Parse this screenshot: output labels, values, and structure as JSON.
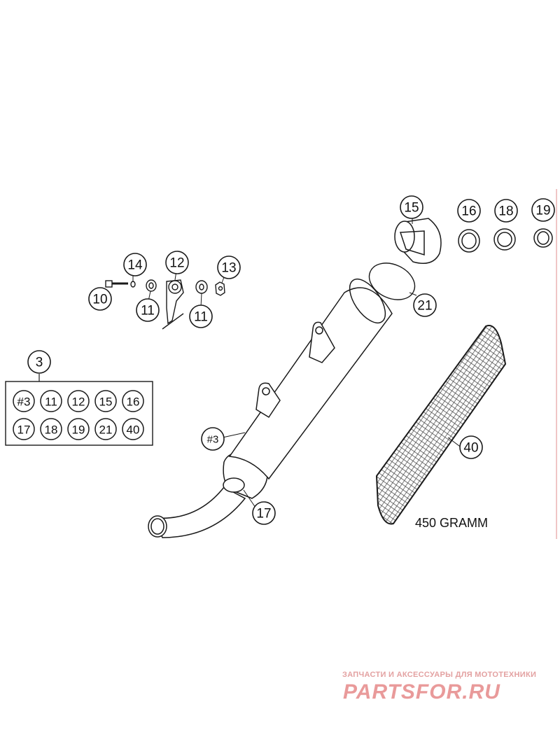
{
  "callouts": {
    "c3": "3",
    "c10": "10",
    "c11a": "11",
    "c11b": "11",
    "c12": "12",
    "c13": "13",
    "c14": "14",
    "c15": "15",
    "c16": "16",
    "c17": "17",
    "c18": "18",
    "c19": "19",
    "c21": "21",
    "c40": "40",
    "c3hash": "#3"
  },
  "kit_contents": [
    "#3",
    "11",
    "12",
    "15",
    "16",
    "17",
    "18",
    "19",
    "21",
    "40"
  ],
  "weight_label": "450 GRAMM",
  "watermark": {
    "tagline": "ЗАПЧАСТИ И АКСЕССУАРЫ ДЛЯ МОТОТЕХНИКИ",
    "logo": "PARTSFOR.RU"
  },
  "colors": {
    "line": "#1a1a1a",
    "watermark": "#e99a9a"
  }
}
